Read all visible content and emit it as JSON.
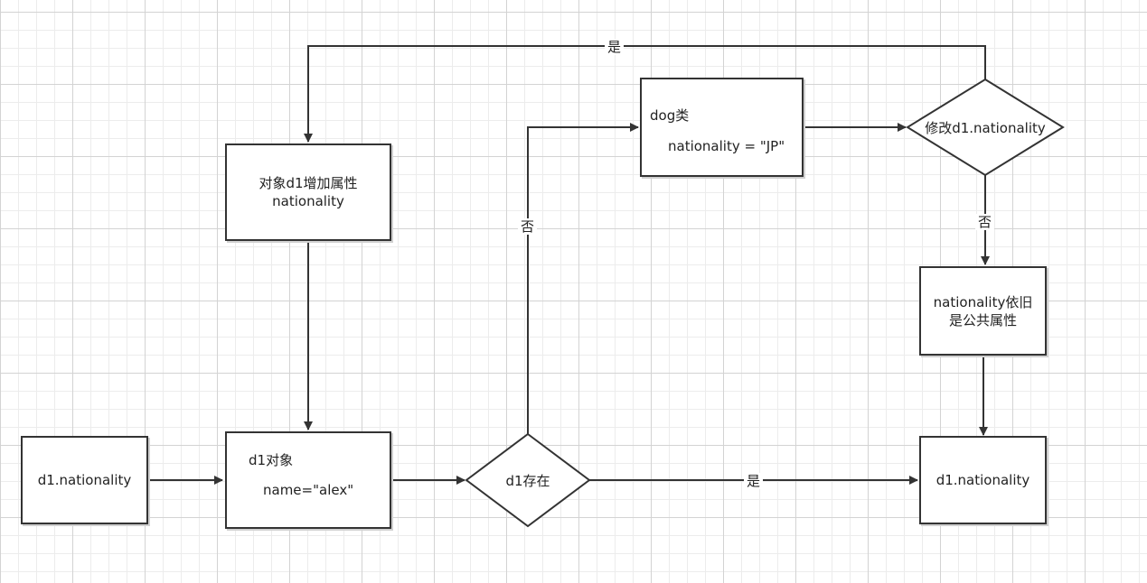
{
  "nodes": {
    "start": {
      "text": "d1.nationality"
    },
    "obj": {
      "title": "d1对象",
      "body": "name=\"alex\""
    },
    "exists": {
      "text": "d1存在"
    },
    "add_attr": {
      "line1": "对象d1增加属性",
      "line2": "nationality"
    },
    "dog_class": {
      "title": "dog类",
      "body": "nationality = \"JP\""
    },
    "modify": {
      "text": "修改d1.nationality"
    },
    "still_public": {
      "line1": "nationality依旧",
      "line2": "是公共属性"
    },
    "result": {
      "text": "d1.nationality"
    }
  },
  "edge_labels": {
    "modify_yes": "是",
    "exists_no": "否",
    "modify_no": "否",
    "exists_yes": "是"
  },
  "colors": {
    "stroke": "#333333",
    "fill": "#ffffff",
    "grid_major": "#d3d3d3",
    "grid_minor": "#ececec"
  }
}
